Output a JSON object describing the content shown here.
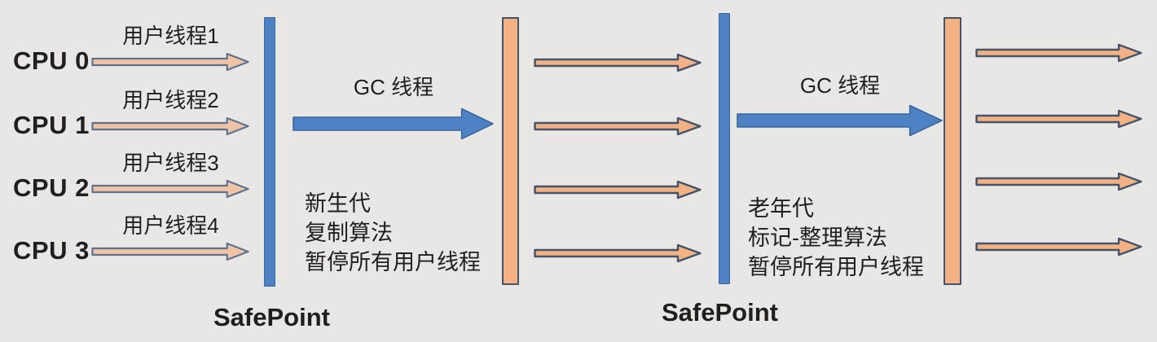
{
  "colors": {
    "background": "#e8e7e5",
    "blue": "#4d82c4",
    "blue_dark": "#3a679e",
    "peach": "#f4b183",
    "peach_light": "#f0c3a4",
    "outline": "#44546a",
    "outline_soft": "#5b7390",
    "text": "#1f1f1f"
  },
  "cpu_rows": [
    {
      "cpu_label": "CPU 0",
      "thread_label": "用户线程1"
    },
    {
      "cpu_label": "CPU 1",
      "thread_label": "用户线程2"
    },
    {
      "cpu_label": "CPU 2",
      "thread_label": "用户线程3"
    },
    {
      "cpu_label": "CPU 3",
      "thread_label": "用户线程4"
    }
  ],
  "stage1": {
    "gc_thread_label": "GC 线程",
    "description_lines": [
      "新生代",
      "复制算法",
      "暂停所有用户线程"
    ],
    "safepoint_label": "SafePoint"
  },
  "stage2": {
    "gc_thread_label": "GC 线程",
    "description_lines": [
      "老年代",
      "标记-整理算法",
      "暂停所有用户线程"
    ],
    "safepoint_label": "SafePoint"
  }
}
